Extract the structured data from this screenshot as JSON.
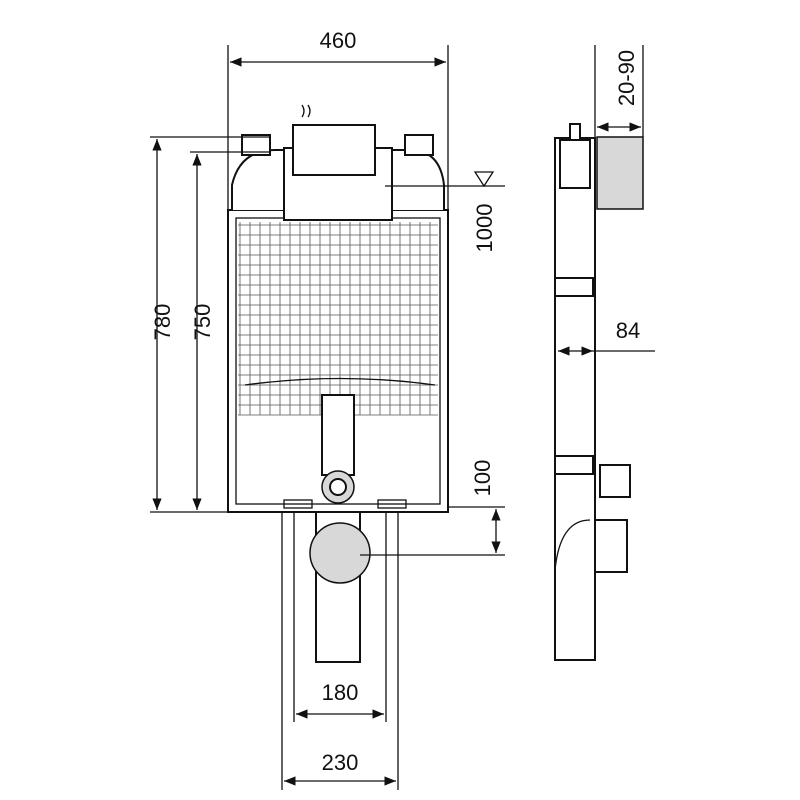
{
  "drawing": {
    "front_view": {
      "width_label": "460",
      "height_total_label": "780",
      "height_frame_label": "750",
      "water_level_label": "1000",
      "drain_height_label": "100",
      "leg_inner_label": "180",
      "leg_outer_label": "230"
    },
    "side_view": {
      "flush_plate_depth_label": "20-90",
      "frame_depth_label": "84"
    },
    "colors": {
      "line": "#111111",
      "fill": "#d8d8d8"
    }
  }
}
